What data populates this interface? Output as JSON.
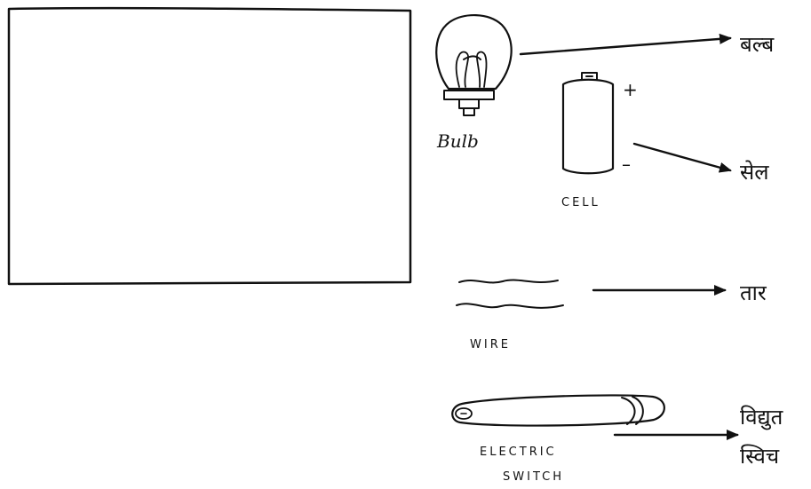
{
  "components": {
    "bulb": {
      "caption": "Bulb",
      "hindi": "बल्ब"
    },
    "cell": {
      "caption": "CELL",
      "plus": "+",
      "minus": "–",
      "hindi": "सेल"
    },
    "wire": {
      "caption": "WIRE",
      "hindi": "तार"
    },
    "switch": {
      "caption_line1": "ELECTRIC",
      "caption_line2": "SWITCH",
      "hindi_line1": "विद्युत",
      "hindi_line2": "स्विच"
    }
  },
  "ink_color": "#111111",
  "paper_color": "#ffffff"
}
